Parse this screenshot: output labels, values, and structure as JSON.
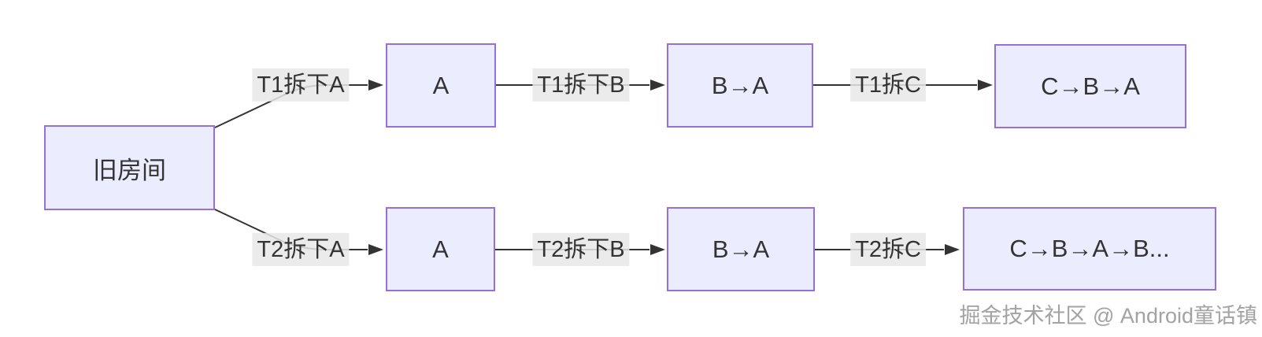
{
  "diagram": {
    "background": "#ffffff",
    "root": {
      "label": "旧房间"
    },
    "rows": [
      {
        "name": "thread-t1",
        "edges": [
          {
            "label": "T1拆下A"
          },
          {
            "label": "T1拆下B"
          },
          {
            "label": "T1拆C"
          }
        ],
        "nodes": [
          {
            "label": "A"
          },
          {
            "label": "B→A"
          },
          {
            "label": "C→B→A"
          }
        ]
      },
      {
        "name": "thread-t2",
        "edges": [
          {
            "label": "T2拆下A"
          },
          {
            "label": "T2拆下B"
          },
          {
            "label": "T2拆C"
          }
        ],
        "nodes": [
          {
            "label": "A"
          },
          {
            "label": "B→A"
          },
          {
            "label": "C→B→A→B..."
          }
        ]
      }
    ],
    "colors": {
      "node_fill": "#ECECFF",
      "node_border": "#9370DB",
      "edge_label_bg": "#E8E8E8",
      "line": "#333333",
      "text": "#333333",
      "watermark_text": "#A3A3A3"
    },
    "watermark": "掘金技术社区 @ Android童话镇"
  }
}
